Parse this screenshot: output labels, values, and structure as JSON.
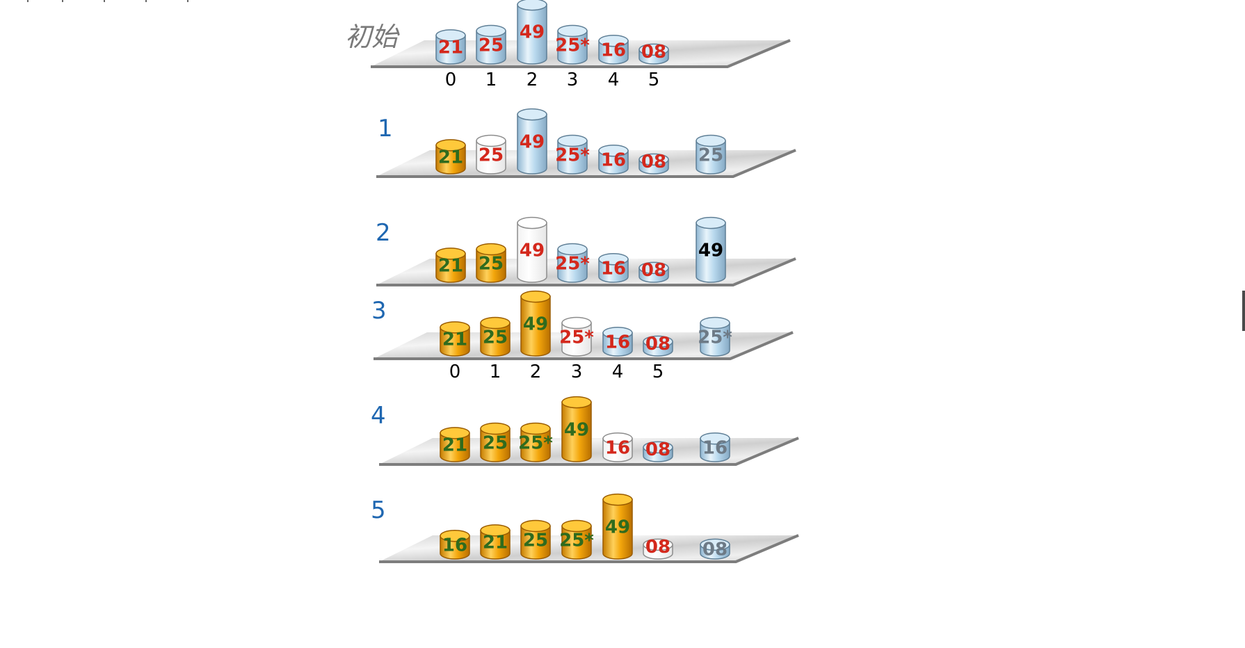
{
  "colors": {
    "sorted": "#f3a60c",
    "unsorted": "#b9d9ee",
    "empty": "#ffffff",
    "step_label": "#1f67b1",
    "value_on_blue": "#d4281c",
    "value_on_gold": "#2f6b1e"
  },
  "index_labels": [
    "0",
    "1",
    "2",
    "3",
    "4",
    "5"
  ],
  "steps": [
    {
      "label": "初始",
      "cells": [
        {
          "value": "21",
          "height": 21,
          "state": "unsorted"
        },
        {
          "value": "25",
          "height": 25,
          "state": "unsorted"
        },
        {
          "value": "49",
          "height": 49,
          "state": "unsorted"
        },
        {
          "value": "25*",
          "height": 25,
          "state": "unsorted"
        },
        {
          "value": "16",
          "height": 16,
          "state": "unsorted"
        },
        {
          "value": "08",
          "height": 8,
          "state": "unsorted"
        }
      ],
      "temp": null
    },
    {
      "label": "1",
      "cells": [
        {
          "value": "21",
          "height": 21,
          "state": "sorted"
        },
        {
          "value": "25",
          "height": 25,
          "state": "empty"
        },
        {
          "value": "49",
          "height": 49,
          "state": "unsorted"
        },
        {
          "value": "25*",
          "height": 25,
          "state": "unsorted"
        },
        {
          "value": "16",
          "height": 16,
          "state": "unsorted"
        },
        {
          "value": "08",
          "height": 8,
          "state": "unsorted"
        }
      ],
      "temp": {
        "value": "25",
        "height": 25
      }
    },
    {
      "label": "2",
      "cells": [
        {
          "value": "21",
          "height": 21,
          "state": "sorted"
        },
        {
          "value": "25",
          "height": 25,
          "state": "sorted"
        },
        {
          "value": "49",
          "height": 49,
          "state": "empty"
        },
        {
          "value": "25*",
          "height": 25,
          "state": "unsorted"
        },
        {
          "value": "16",
          "height": 16,
          "state": "unsorted"
        },
        {
          "value": "08",
          "height": 8,
          "state": "unsorted"
        }
      ],
      "temp": {
        "value": "49",
        "height": 49
      }
    },
    {
      "label": "3",
      "cells": [
        {
          "value": "21",
          "height": 21,
          "state": "sorted"
        },
        {
          "value": "25",
          "height": 25,
          "state": "sorted"
        },
        {
          "value": "49",
          "height": 49,
          "state": "sorted"
        },
        {
          "value": "25*",
          "height": 25,
          "state": "empty"
        },
        {
          "value": "16",
          "height": 16,
          "state": "unsorted"
        },
        {
          "value": "08",
          "height": 8,
          "state": "unsorted"
        }
      ],
      "temp": {
        "value": "25*",
        "height": 25
      }
    },
    {
      "label": "4",
      "cells": [
        {
          "value": "21",
          "height": 21,
          "state": "sorted"
        },
        {
          "value": "25",
          "height": 25,
          "state": "sorted"
        },
        {
          "value": "25*",
          "height": 25,
          "state": "sorted"
        },
        {
          "value": "49",
          "height": 49,
          "state": "sorted"
        },
        {
          "value": "16",
          "height": 16,
          "state": "empty"
        },
        {
          "value": "08",
          "height": 8,
          "state": "unsorted"
        }
      ],
      "temp": {
        "value": "16",
        "height": 16
      }
    },
    {
      "label": "5",
      "cells": [
        {
          "value": "16",
          "height": 16,
          "state": "sorted"
        },
        {
          "value": "21",
          "height": 21,
          "state": "sorted"
        },
        {
          "value": "25",
          "height": 25,
          "state": "sorted"
        },
        {
          "value": "25*",
          "height": 25,
          "state": "sorted"
        },
        {
          "value": "49",
          "height": 49,
          "state": "sorted"
        },
        {
          "value": "08",
          "height": 8,
          "state": "empty"
        }
      ],
      "temp": {
        "value": "08",
        "height": 8
      }
    }
  ]
}
